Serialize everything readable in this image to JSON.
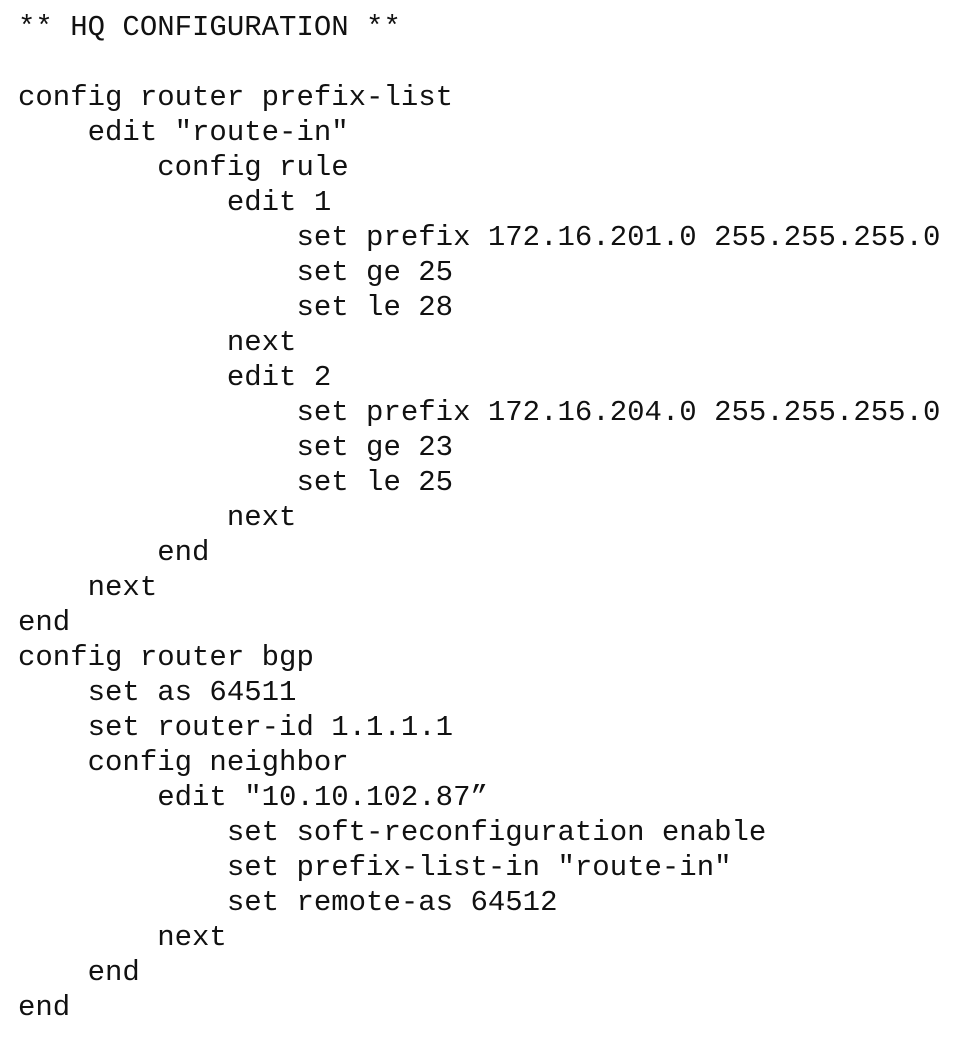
{
  "document": {
    "lines": [
      {
        "text": "** HQ CONFIGURATION **",
        "indent": 0
      },
      {
        "text": "",
        "indent": 0
      },
      {
        "text": "config router prefix-list",
        "indent": 0
      },
      {
        "text": "edit \"route-in\"",
        "indent": 1
      },
      {
        "text": "config rule",
        "indent": 2
      },
      {
        "text": "edit 1",
        "indent": 3
      },
      {
        "text": "set prefix 172.16.201.0 255.255.255.0",
        "indent": 4
      },
      {
        "text": "set ge 25",
        "indent": 4
      },
      {
        "text": "set le 28",
        "indent": 4
      },
      {
        "text": "next",
        "indent": 3
      },
      {
        "text": "edit 2",
        "indent": 3
      },
      {
        "text": "set prefix 172.16.204.0 255.255.255.0",
        "indent": 4
      },
      {
        "text": "set ge 23",
        "indent": 4
      },
      {
        "text": "set le 25",
        "indent": 4
      },
      {
        "text": "next",
        "indent": 3
      },
      {
        "text": "end",
        "indent": 2
      },
      {
        "text": "next",
        "indent": 1
      },
      {
        "text": "end",
        "indent": 0
      },
      {
        "text": "config router bgp",
        "indent": 0
      },
      {
        "text": "set as 64511",
        "indent": 1
      },
      {
        "text": "set router-id 1.1.1.1",
        "indent": 1
      },
      {
        "text": "config neighbor",
        "indent": 1
      },
      {
        "text": "edit \"10.10.102.87”",
        "indent": 2
      },
      {
        "text": "set soft-reconfiguration enable",
        "indent": 3
      },
      {
        "text": "set prefix-list-in \"route-in\"",
        "indent": 3
      },
      {
        "text": "set remote-as 64512",
        "indent": 3
      },
      {
        "text": "next",
        "indent": 2
      },
      {
        "text": "end",
        "indent": 1
      },
      {
        "text": "end",
        "indent": 0
      }
    ]
  }
}
